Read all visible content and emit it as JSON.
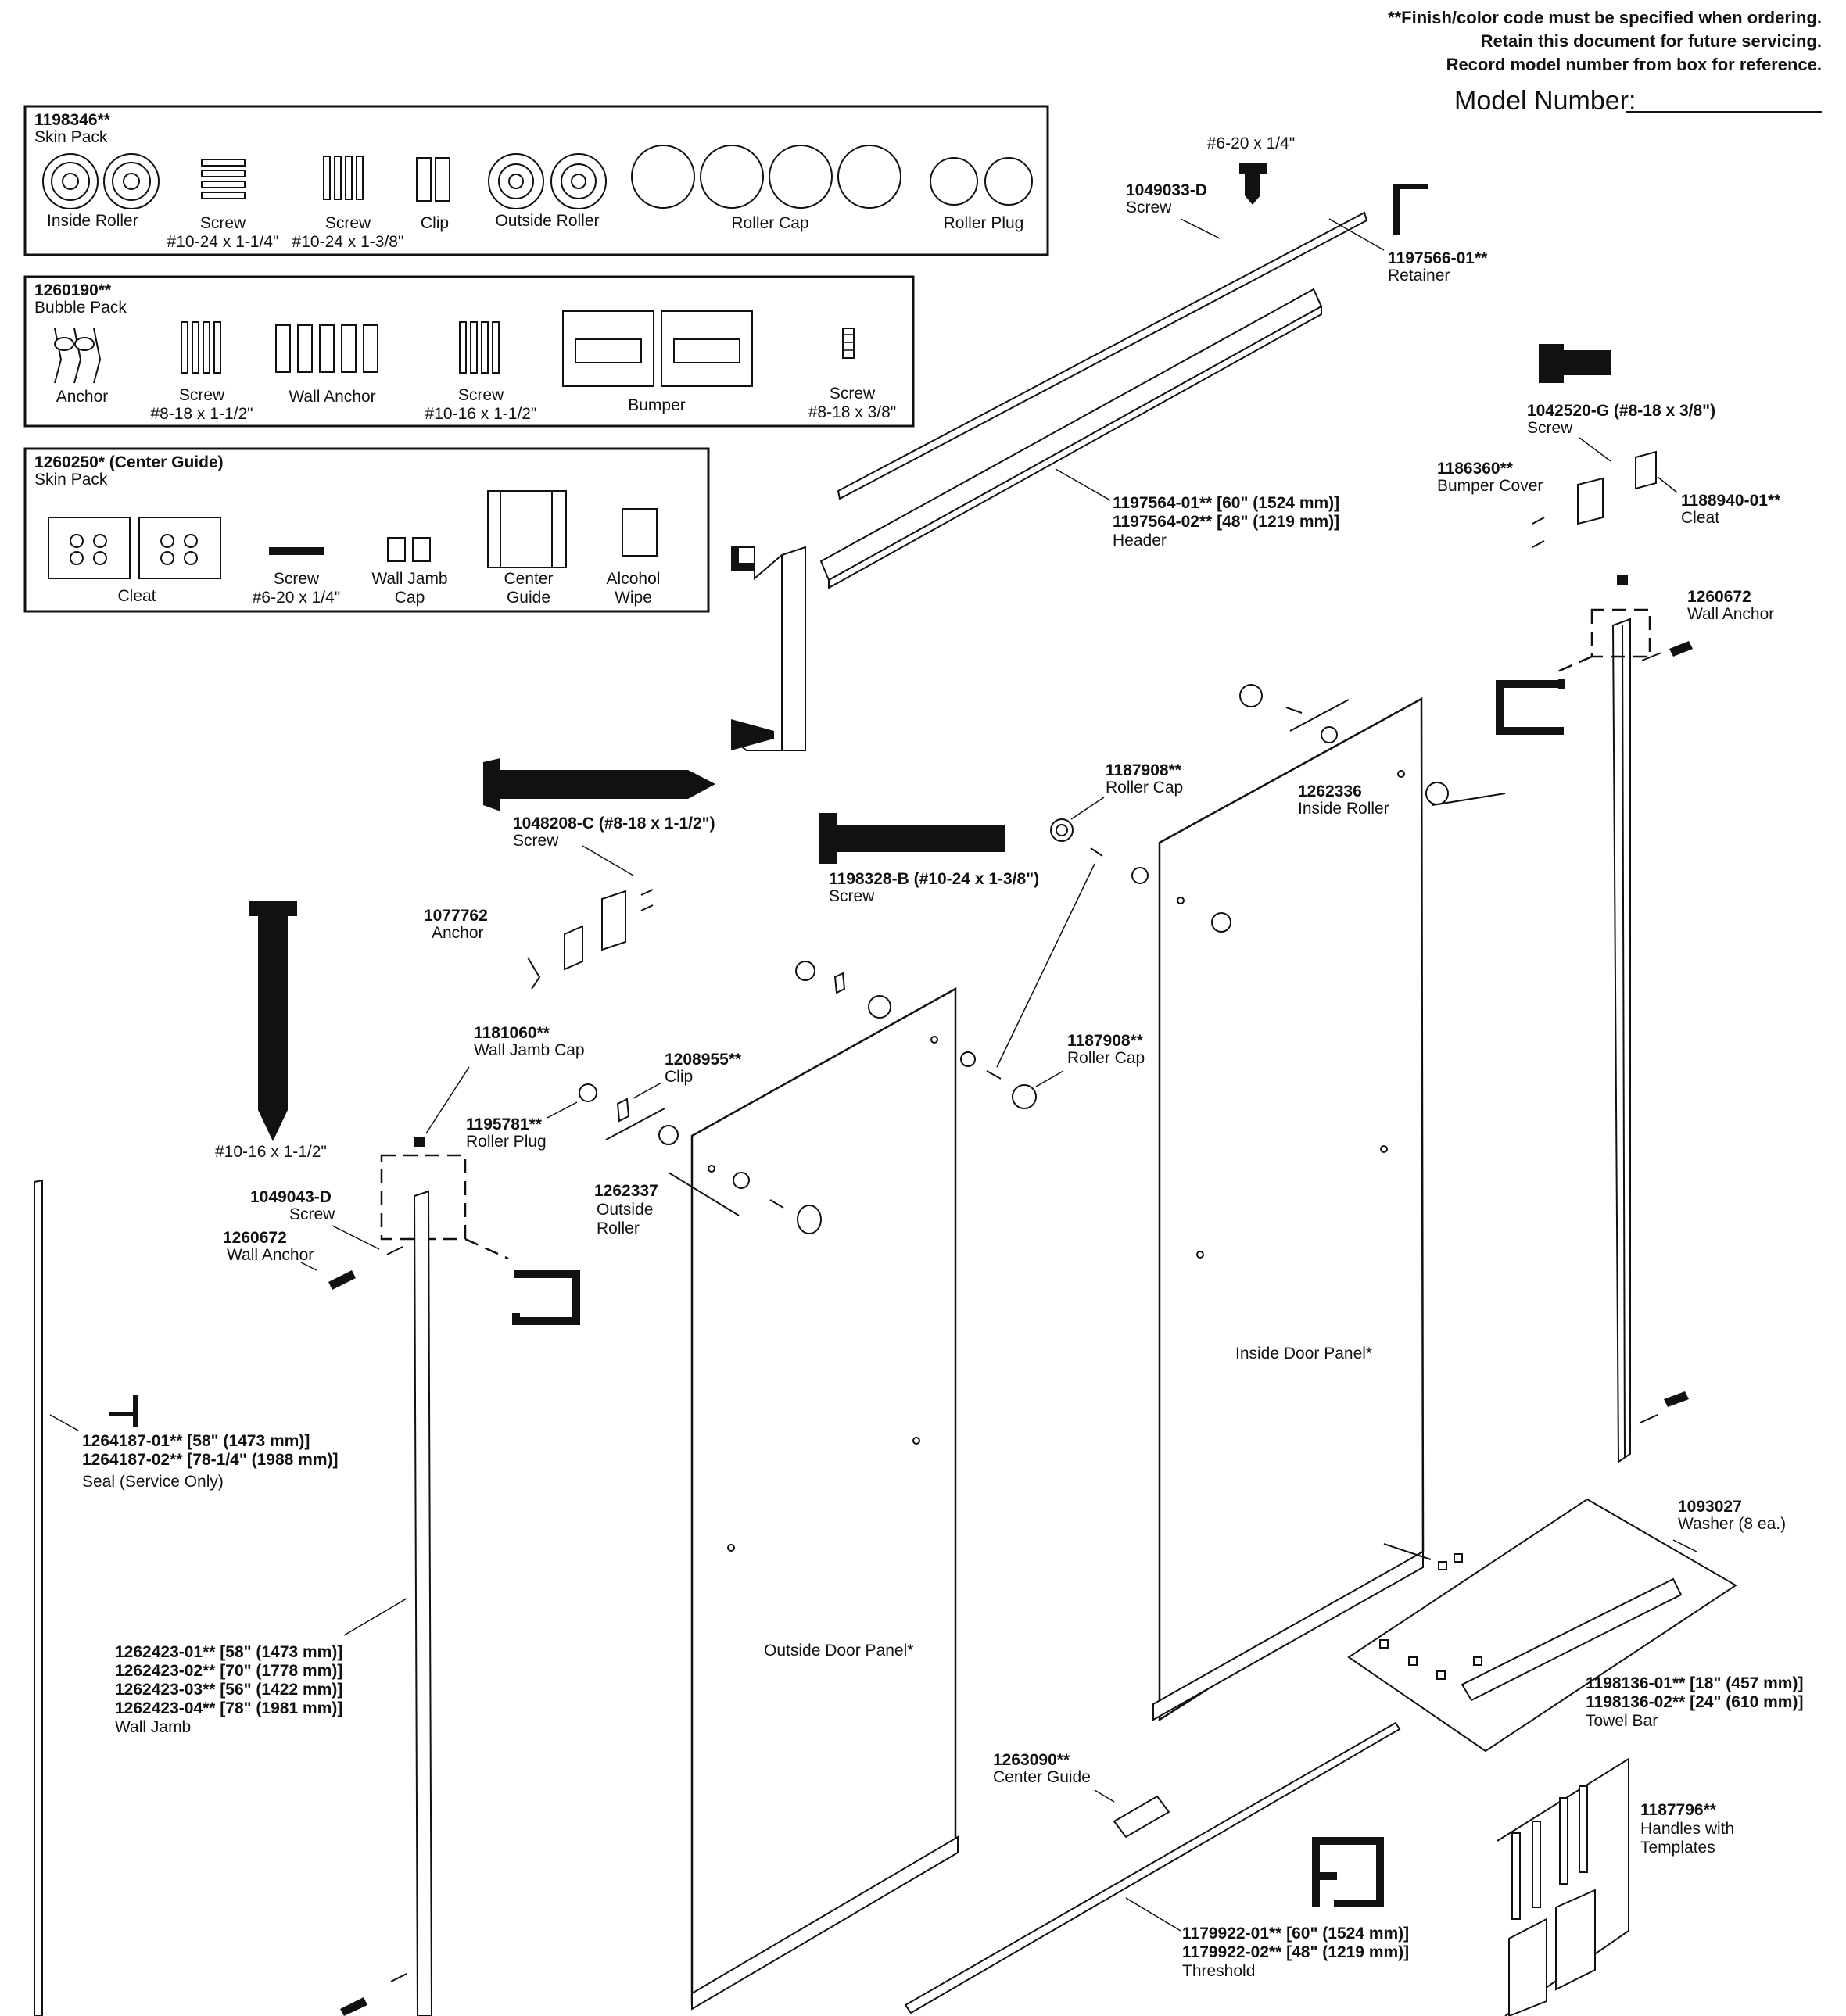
{
  "notes": {
    "line1": "**Finish/color code must be specified when ordering.",
    "line2": "Retain this document for future servicing.",
    "line3": "Record model number from box for reference.",
    "model_label": "Model Number:"
  },
  "skin_pack_1": {
    "part": "1198346**",
    "title": "Skin Pack",
    "items": {
      "inside_roller": "Inside Roller",
      "screw_a": "Screw",
      "screw_a_size": "#10-24 x 1-1/4\"",
      "screw_b": "Screw",
      "screw_b_size": "#10-24 x 1-3/8\"",
      "clip": "Clip",
      "outside_roller": "Outside Roller",
      "roller_cap": "Roller Cap",
      "roller_plug": "Roller Plug"
    }
  },
  "bubble_pack": {
    "part": "1260190**",
    "title": "Bubble Pack",
    "items": {
      "anchor": "Anchor",
      "screw_a": "Screw",
      "screw_a_size": "#8-18 x 1-1/2\"",
      "wall_anchor": "Wall Anchor",
      "screw_b": "Screw",
      "screw_b_size": "#10-16 x 1-1/2\"",
      "bumper": "Bumper",
      "screw_c": "Screw",
      "screw_c_size": "#8-18 x 3/8\""
    }
  },
  "skin_pack_2": {
    "part": "1260250*",
    "part_suffix": " (Center Guide)",
    "title": "Skin Pack",
    "items": {
      "cleat": "Cleat",
      "screw": "Screw",
      "screw_size": "#6-20 x 1/4\"",
      "wall_jamb_cap_1": "Wall Jamb",
      "wall_jamb_cap_2": "Cap",
      "center_guide_1": "Center",
      "center_guide_2": "Guide",
      "alcohol_wipe_1": "Alcohol",
      "alcohol_wipe_2": "Wipe"
    }
  },
  "callouts": {
    "c1049033": {
      "size": "#6-20 x 1/4\"",
      "part": "1049033-D",
      "name": "Screw"
    },
    "c1197566": {
      "part": "1197566-01**",
      "name": "Retainer"
    },
    "c1042520": {
      "part": "1042520-G",
      "size": " (#8-18 x 3/8\")",
      "name": "Screw"
    },
    "c1186360": {
      "part": "1186360**",
      "name": "Bumper Cover"
    },
    "c1188940": {
      "part": "1188940-01**",
      "name": "Cleat"
    },
    "c1197564": {
      "part1": "1197564-01**",
      "size1": " [60\" (1524 mm)]",
      "part2": "1197564-02**",
      "size2": " [48\" (1219 mm)]",
      "name": "Header"
    },
    "c1260672_r": {
      "part": "1260672",
      "name": "Wall Anchor"
    },
    "c1187908_a": {
      "part": "1187908**",
      "name": "Roller Cap"
    },
    "c1262336": {
      "part": "1262336",
      "name": "Inside Roller"
    },
    "c1048208": {
      "part": "1048208-C",
      "size": " (#8-18 x 1-1/2\")",
      "name": "Screw"
    },
    "c1198328": {
      "part": "1198328-B",
      "size": "  (#10-24 x 1-3/8\")",
      "name": "Screw"
    },
    "c1077762": {
      "part": "1077762",
      "name": "Anchor"
    },
    "c1181060": {
      "part": "1181060**",
      "name": "Wall Jamb Cap"
    },
    "c1208955": {
      "part": "1208955**",
      "name": "Clip"
    },
    "c1187908_b": {
      "part": "1187908**",
      "name": "Roller Cap"
    },
    "c1195781": {
      "part": "1195781**",
      "name": "Roller Plug"
    },
    "big_screw_size": "#10-16 x 1-1/2\"",
    "c1049043": {
      "part": "1049043-D",
      "name": "Screw"
    },
    "c1260672_l": {
      "part": "1260672",
      "name": "Wall Anchor"
    },
    "c1262337": {
      "part": "1262337",
      "name1": "Outside",
      "name2": "Roller"
    },
    "inside_panel": "Inside Door Panel*",
    "outside_panel": "Outside Door Panel*",
    "c1264187": {
      "part1": "1264187-01**",
      "size1": " [58\" (1473 mm)]",
      "part2": "1264187-02**",
      "size2": " [78-1/4\" (1988 mm)]",
      "name": "Seal (Service Only)"
    },
    "c1262423": {
      "part1": "1262423-01**",
      "size1": " [58\" (1473 mm)]",
      "part2": "1262423-02**",
      "size2": " [70\" (1778 mm)]",
      "part3": "1262423-03**",
      "size3": " [56\" (1422 mm)]",
      "part4": "1262423-04**",
      "size4": " [78\" (1981 mm)]",
      "name": "Wall Jamb"
    },
    "c1093027": {
      "part": "1093027",
      "name": "Washer (8 ea.)"
    },
    "c1198136": {
      "part1": "1198136-01**",
      "size1": " [18\" (457 mm)]",
      "part2": "1198136-02**",
      "size2": " [24\" (610 mm)]",
      "name": "Towel Bar"
    },
    "c1263090": {
      "part": "1263090**",
      "name": "Center Guide"
    },
    "c1187796": {
      "part": "1187796**",
      "name1": "Handles with",
      "name2": "Templates"
    },
    "c1179922": {
      "part1": "1179922-01**",
      "size1": " [60\" (1524 mm)]",
      "part2": "1179922-02**",
      "size2": " [48\" (1219 mm)]",
      "name": "Threshold"
    }
  }
}
